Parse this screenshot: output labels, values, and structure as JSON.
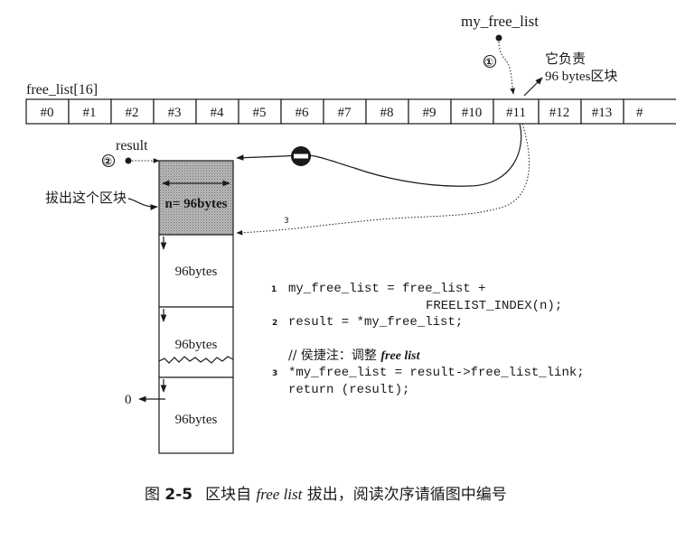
{
  "labels": {
    "my_free_list": "my_free_list",
    "free_list": "free_list[16]",
    "result": "result",
    "note_line1": "它负责",
    "note_line2": "96 bytes区块",
    "pull_out": "拔出这个区块",
    "zero": "0"
  },
  "cells": [
    "#0",
    "#1",
    "#2",
    "#3",
    "#4",
    "#5",
    "#6",
    "#7",
    "#8",
    "#9",
    "#10",
    "#11",
    "#12",
    "#13",
    "#"
  ],
  "blocks": {
    "first": "n= 96bytes",
    "second": "96bytes",
    "third": "96bytes",
    "fourth": "96bytes"
  },
  "steps": {
    "one": "①",
    "two": "②",
    "three": "3"
  },
  "code": {
    "n1": "1",
    "l1": "my_free_list = free_list +",
    "l1b": "FREELIST_INDEX(n);",
    "n2": "2",
    "l2": "result = *my_free_list;",
    "comment_prefix": "// 侯捷注：调整 ",
    "comment_italic": "free list",
    "n3": "3",
    "l3": "*my_free_list = result->free_list_link;",
    "l4": "return (result);"
  },
  "caption": {
    "prefix": "图 ",
    "number": "2-5",
    "part1": "区块自 ",
    "italic": "free list",
    "part2": " 拔出，阅读次序请循图中编号"
  }
}
